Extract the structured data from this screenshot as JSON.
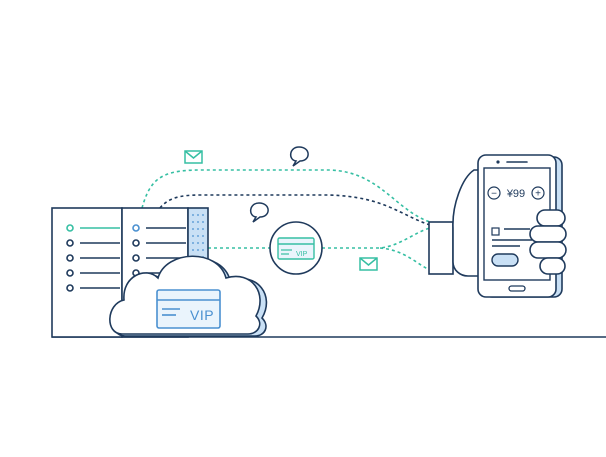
{
  "colors": {
    "navy": "#1f3a5c",
    "teal": "#36bfa3",
    "blue": "#4a90d0",
    "light_blue": "#c9e0f5",
    "pale_blue": "#eaf4fc",
    "white": "#ffffff"
  },
  "cloud_card": {
    "label": "VIP"
  },
  "transfer_card": {
    "label": "VIP"
  },
  "phone": {
    "price": "¥99",
    "minus_symbol": "−",
    "plus_symbol": "+"
  },
  "icons": [
    "server-rack-icon",
    "cloud-icon",
    "vip-card-icon",
    "envelope-icon",
    "chat-bubble-icon",
    "smartphone-icon",
    "hand-icon"
  ]
}
